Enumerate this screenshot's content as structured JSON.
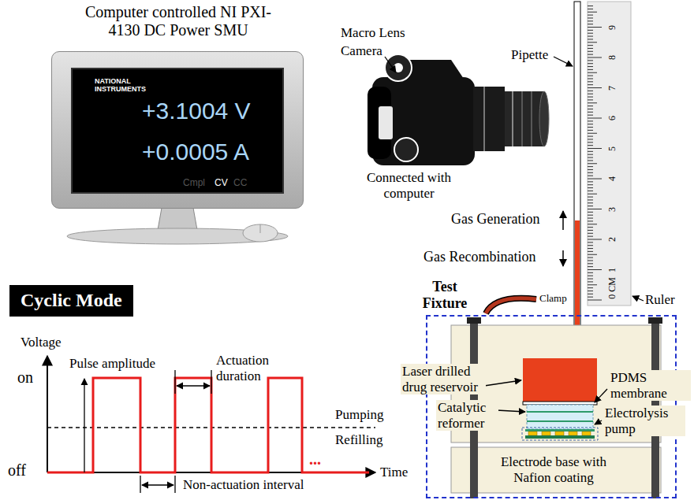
{
  "diagram": {
    "nodes": [
      {
        "text": [
          "Computer controlled NI PXI-4130 DC Power SMU"
        ]
      },
      {
        "text": [
          "NATIONAL INSTRUMENTS",
          "+3.1004 V",
          "+0.0005 A",
          "Cmpl",
          "CV",
          "CC"
        ],
        "in": 0
      },
      {
        "text": [
          "Cyclic Mode"
        ]
      },
      {
        "text": [
          "Test Fixture"
        ]
      },
      {
        "text": [
          "Electrode base with Nafion coating"
        ],
        "in": 3
      }
    ],
    "labels": [
      "Macro Lens",
      "Camera",
      "Connected with computer",
      "Pipette",
      "Gas Generation",
      "Gas Recombination",
      "Clamp",
      "Ruler",
      "Laser drilled drug reservoir",
      "PDMS membrane",
      "Catalytic reformer",
      "Electrolysis pump",
      "Voltage",
      "Pulse amplitude",
      "Actuation duration",
      "on",
      "off",
      "Pumping",
      "Refilling",
      "Non-actuation interval",
      "Time",
      "...",
      "0 CM",
      "1",
      "2",
      "3",
      "4",
      "5",
      "6",
      "7",
      "8",
      "9"
    ]
  }
}
